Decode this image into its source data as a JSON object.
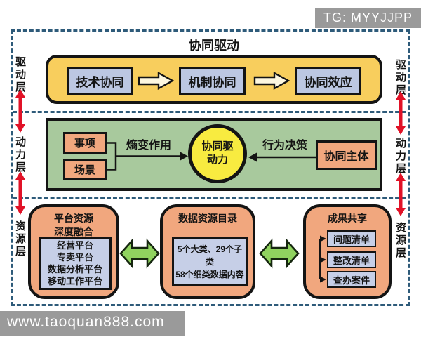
{
  "colors": {
    "frame_dash": "#2E5B7A",
    "yellow_panel": "#F8CE5D",
    "green_panel": "#A8C99D",
    "orange_box": "#F1A77E",
    "blue_box": "#BCC7E2",
    "blue_box_light": "#C6CFE7",
    "circle_yellow": "#F8EB40",
    "green_arrow": "#90D35F",
    "red_arrow": "#E11227",
    "watermark_gray": "#9A9A9A"
  },
  "watermarks": {
    "tg": "TG: MYYJJPP",
    "site": "www.taoquan888.com"
  },
  "layers": {
    "drive": "驱动层",
    "power": "动力层",
    "resource": "资源层"
  },
  "top": {
    "title": "协同驱动",
    "boxes": [
      "技术协同",
      "机制协同",
      "协同效应"
    ]
  },
  "middle": {
    "inputs": [
      "事项",
      "场景"
    ],
    "entropy_label": "熵变作用",
    "circle_text": "协同驱\n动力",
    "decision_label": "行为决策",
    "subject": "协同主体"
  },
  "bottom": {
    "platform": {
      "title": "平台资源\n深度融合",
      "items": [
        "经营平台",
        "专卖平台",
        "数据分析平台",
        "移动工作平台"
      ]
    },
    "data_catalog": {
      "title": "数据资源目录",
      "lines": [
        "5个大类、29个子类",
        "58个细类数据内容"
      ]
    },
    "results": {
      "title": "成果共享",
      "items": [
        "问题清单",
        "整改清单",
        "查办案件"
      ]
    }
  }
}
